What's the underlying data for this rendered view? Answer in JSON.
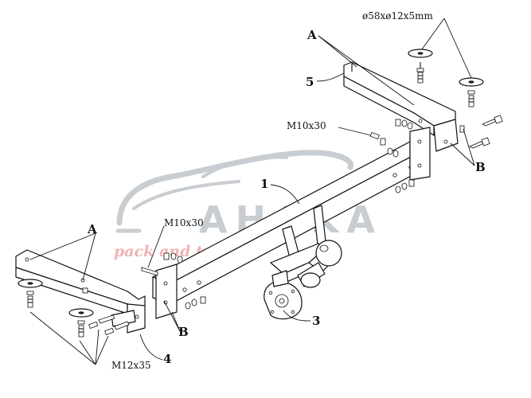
{
  "labels": {
    "a_top": "A",
    "a_left": "A",
    "b_right": "B",
    "b_left": "B",
    "part_1": "1",
    "part_3": "3",
    "part_4": "4",
    "part_5": "5",
    "bolt_m10_top": "M10x30",
    "bolt_m10_left": "M10x30",
    "bolt_m12": "M12x35",
    "washer_spec": "ø58xø12x5mm"
  },
  "watermark": {
    "brand": "AHAKA",
    "tagline": "pack and travel",
    "brand_color": "#c8cdd2",
    "tagline_color": "#f2b3b3"
  },
  "colors": {
    "line": "#111111",
    "background": "#ffffff"
  }
}
